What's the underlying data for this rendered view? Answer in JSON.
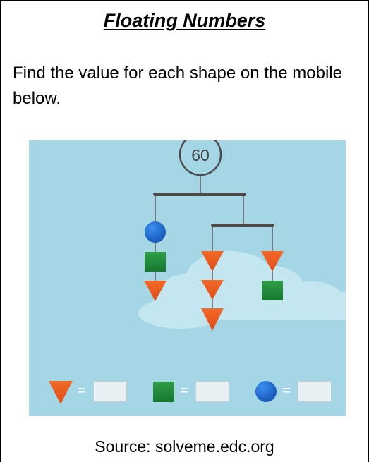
{
  "title": "Floating Numbers",
  "instructions": "Find the value for each shape on the mobile below.",
  "mobile": {
    "top_value": "60",
    "equals_sign": "="
  },
  "legend": [
    {
      "shape": "triangle",
      "color": "#ea5a1f"
    },
    {
      "shape": "square",
      "color": "#1e8a3a"
    },
    {
      "shape": "circle",
      "color": "#1863c9"
    }
  ],
  "source": "Source: solveme.edc.org",
  "colors": {
    "sky": "#a4d6e6",
    "bar": "#4a4a4a",
    "triangle": "#ea5a1f",
    "square": "#1e8a3a",
    "circle": "#1863c9"
  }
}
